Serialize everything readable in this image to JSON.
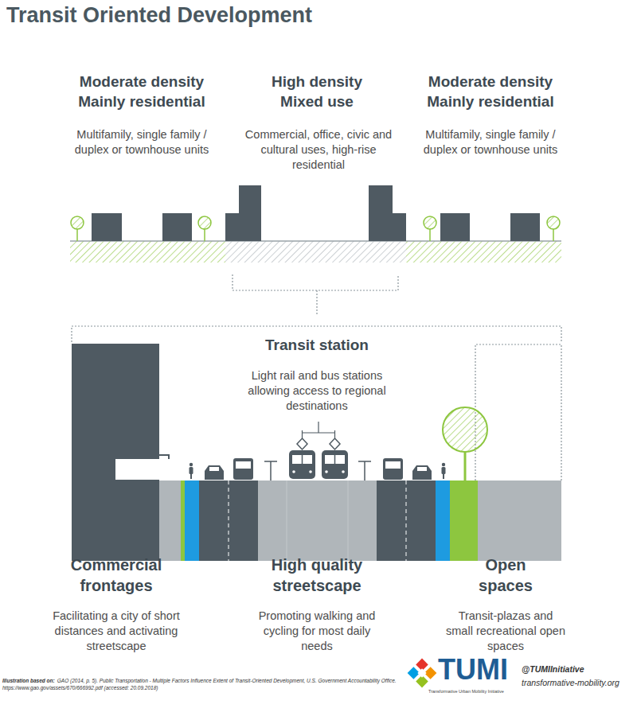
{
  "diagram": {
    "title": "Transit Oriented Development",
    "labels": [
      "Moderate density Mainly residential",
      "Multifamily, single family / duplex or townhouse units",
      "High density Mixed use",
      "Commercial, office, civic and cultural uses, high-rise residential",
      "Moderate density Mainly residential",
      "Multifamily, single family / duplex or townhouse units",
      "Transit station",
      "Light rail and bus stations allowing access to regional destinations",
      "Commercial frontages",
      "Facilitating a city of short distances and activating streetscape",
      "High quality streetscape",
      "Promoting walking and cycling for most daily needs",
      "Open spaces",
      "Transit-plazas and small recreational open spaces",
      "Illustration based on:",
      "GAO (2014, p. 5). Public Transportation - Multiple Factors Influence Extent of Transit-Oriented Development, U.S. Government Accountability Office. https://www.gao.gov/assets/670/666992.pdf (accessed: 20.09.2018)",
      "TUMI",
      "Transformative Urban Mobility Initiative",
      "@TUMIInitiative",
      "transformative-mobility.org"
    ]
  }
}
